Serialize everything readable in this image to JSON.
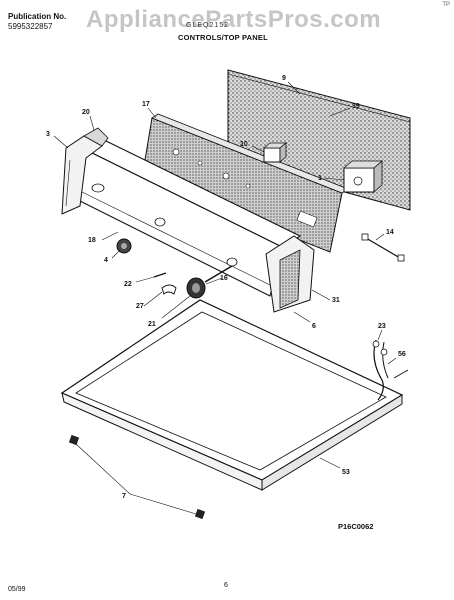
{
  "header": {
    "publication_label": "Publication No.",
    "publication_number": "5995322857",
    "model_number": "GLEQ2152",
    "section_title": "CONTROLS/TOP PANEL",
    "watermark": "AppliancePartsPros.com",
    "corner_mark": "TP"
  },
  "callouts": {
    "c9": "9",
    "c39": "39",
    "c20": "20",
    "c17": "17",
    "c3": "3",
    "c10": "10",
    "c1": "1",
    "c14": "14",
    "c18": "18",
    "c4": "4",
    "c22": "22",
    "c16": "16",
    "c27": "27",
    "c31": "31",
    "c21": "21",
    "c6": "6",
    "c23": "23",
    "c56": "56",
    "c53": "53",
    "c7": "7"
  },
  "footer": {
    "drawing_code": "P16C0062",
    "date": "05/99",
    "page_number": "6"
  }
}
